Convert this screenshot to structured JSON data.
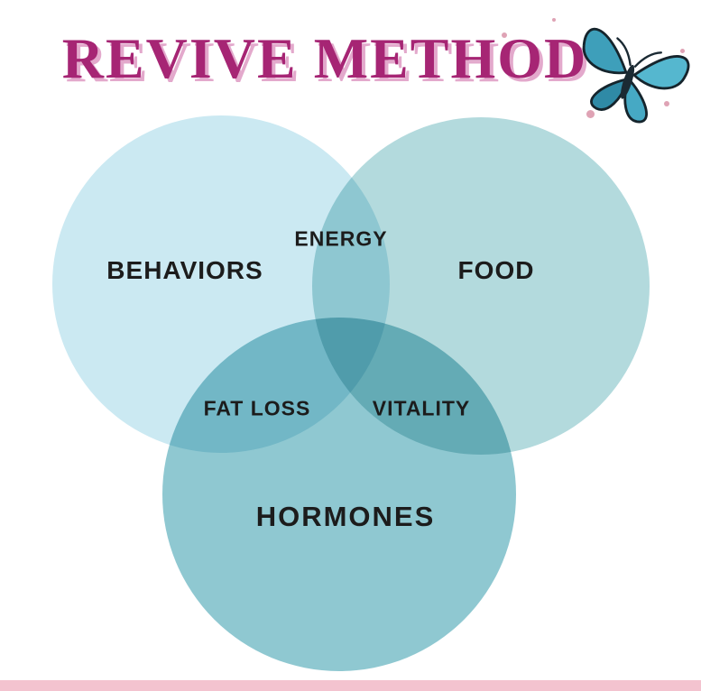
{
  "title": "REVIVE METHOD",
  "venn": {
    "sets": [
      {
        "id": "behaviors",
        "label": "BEHAVIORS"
      },
      {
        "id": "food",
        "label": "FOOD"
      },
      {
        "id": "hormones",
        "label": "HORMONES"
      }
    ],
    "intersections": [
      {
        "sets": [
          "behaviors",
          "food"
        ],
        "label": "ENERGY"
      },
      {
        "sets": [
          "behaviors",
          "hormones"
        ],
        "label": "FAT LOSS"
      },
      {
        "sets": [
          "food",
          "hormones"
        ],
        "label": "VITALITY"
      }
    ]
  },
  "icons": {
    "butterfly": "butterfly-icon"
  },
  "colors": {
    "title": "#a62574",
    "title-shadow": "#e3a9cc",
    "behaviors": "#cbe9f2",
    "food": "#b3dadd",
    "hormones": "#8fc8d1",
    "label": "#1c1c1c",
    "accent-bar": "#f3c3cf",
    "sparkle": "#dfa3b5",
    "butterfly-wing-dark": "#2f8aa6",
    "butterfly-wing-light": "#55b7cf",
    "butterfly-body": "#1b2a33"
  }
}
